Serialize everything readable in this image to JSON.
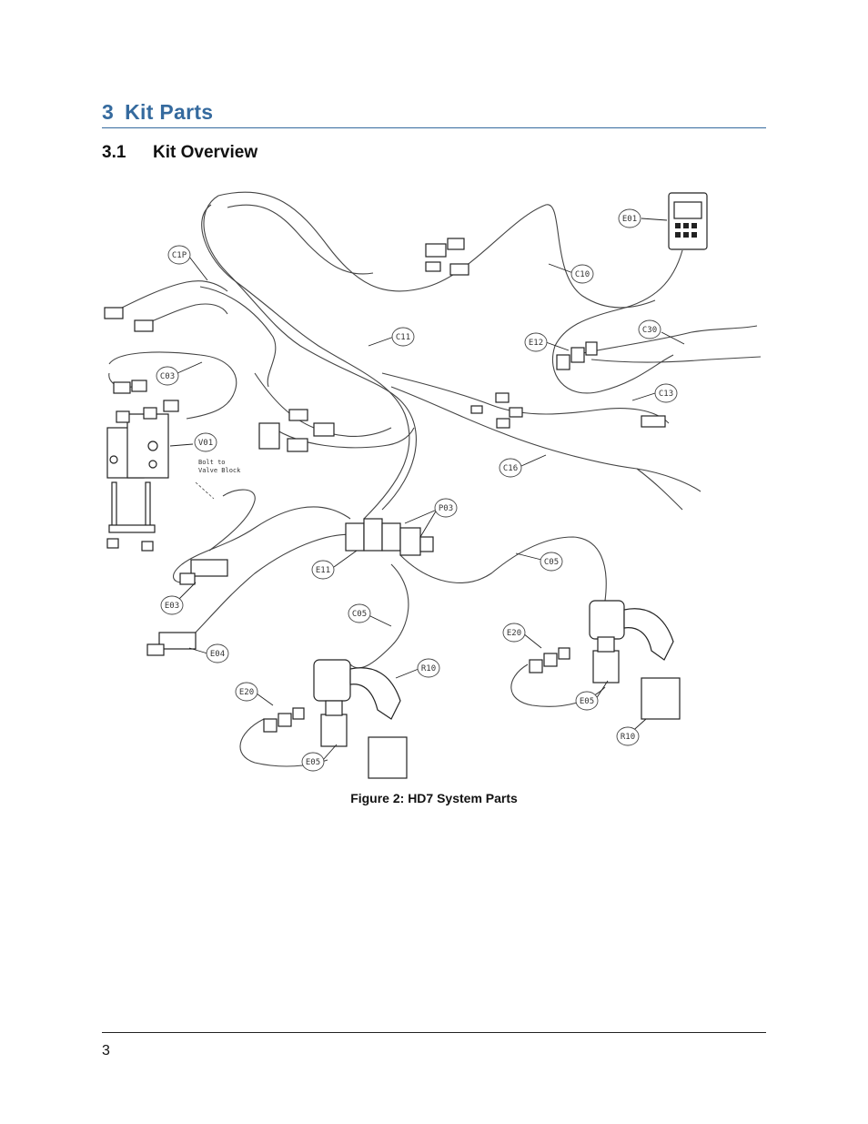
{
  "section": {
    "number": "3",
    "title": "Kit Parts"
  },
  "subsection": {
    "number": "3.1",
    "title": "Kit Overview"
  },
  "figure": {
    "caption": "Figure 2: HD7 System Parts",
    "callouts": {
      "e01": "E01",
      "c10": "C10",
      "c1p": "C1P",
      "c11": "C11",
      "e12": "E12",
      "c30": "C30",
      "c13": "C13",
      "c03": "C03",
      "v01": "V01",
      "c16": "C16",
      "p03": "P03",
      "e11": "E11",
      "c05": "C05",
      "e03": "E03",
      "c05b": "C05",
      "e20a": "E20",
      "e04": "E04",
      "r10a": "R10",
      "e20b": "E20",
      "e05a": "E05",
      "e05b": "E05",
      "r10b": "R10"
    },
    "note_line1": "Bolt to",
    "note_line2": "Valve Block"
  },
  "footer": {
    "page_number": "3"
  }
}
